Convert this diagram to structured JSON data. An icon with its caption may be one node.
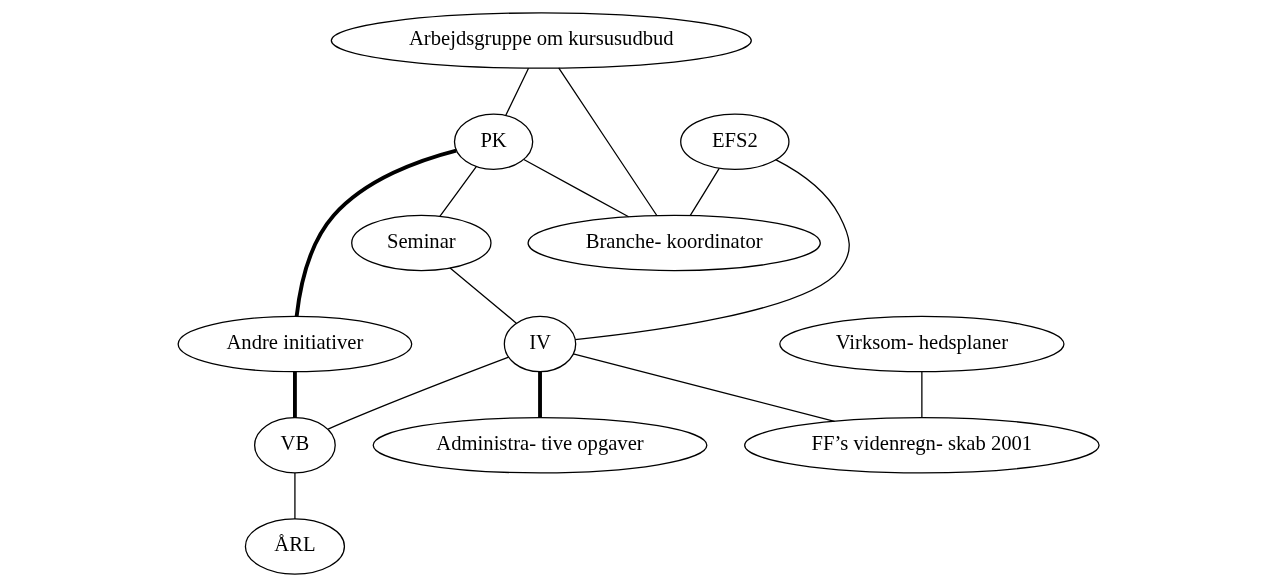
{
  "diagram": {
    "nodes": [
      {
        "text": [
          "Arbejdsgruppe om kursusudbud"
        ]
      },
      {
        "text": [
          "PK"
        ]
      },
      {
        "text": [
          "Seminar"
        ]
      },
      {
        "text": [
          "EFS2"
        ]
      },
      {
        "text": [
          "Andre initiativer"
        ]
      },
      {
        "text": [
          "Branche- koordinator"
        ]
      },
      {
        "text": [
          "IV"
        ]
      },
      {
        "text": [
          "Administra- tive opgaver"
        ]
      },
      {
        "text": [
          "VB"
        ]
      },
      {
        "text": [
          "Virksom- hedsplaner"
        ]
      },
      {
        "text": [
          "FF’s videnregn- skab 2001"
        ]
      },
      {
        "text": [
          "ÅRL"
        ]
      }
    ],
    "edges": [
      {
        "from": 0,
        "to": 1,
        "arrow": "none"
      },
      {
        "from": 1,
        "to": 2,
        "arrow": "none"
      },
      {
        "from": 1,
        "to": 4,
        "arrow": "none",
        "style": "thick"
      },
      {
        "from": 1,
        "to": 5,
        "arrow": "none"
      },
      {
        "from": 0,
        "to": 5,
        "arrow": "none"
      },
      {
        "from": 3,
        "to": 5,
        "arrow": "none"
      },
      {
        "from": 2,
        "to": 6,
        "arrow": "none"
      },
      {
        "from": 3,
        "to": 6,
        "arrow": "none"
      },
      {
        "from": 6,
        "to": 7,
        "arrow": "none",
        "style": "thick"
      },
      {
        "from": 6,
        "to": 10,
        "arrow": "none"
      },
      {
        "from": 6,
        "to": 8,
        "arrow": "none"
      },
      {
        "from": 4,
        "to": 8,
        "arrow": "none",
        "style": "thick"
      },
      {
        "from": 8,
        "to": 11,
        "arrow": "none"
      },
      {
        "from": 9,
        "to": 10,
        "arrow": "none"
      }
    ]
  }
}
